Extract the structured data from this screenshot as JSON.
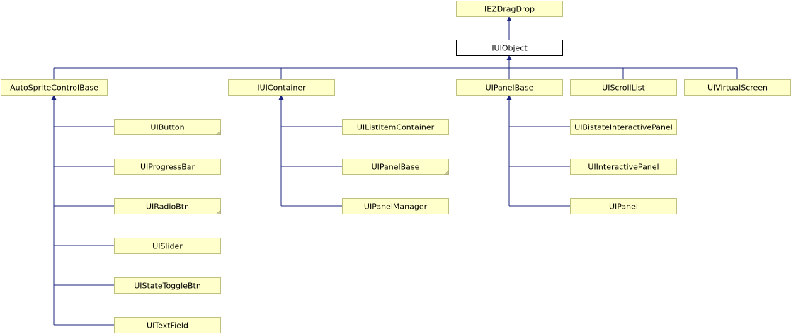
{
  "diagram": {
    "colors": {
      "node_fill": "#ffffcc",
      "node_border": "#bfbf7f",
      "focus_fill": "#ffffff",
      "focus_border": "#000000",
      "edge": "#1a237e"
    },
    "nodes": [
      {
        "id": "iezdragdrop",
        "label": "IEZDragDrop"
      },
      {
        "id": "iuiobject",
        "label": "IUIObject",
        "focus": true
      },
      {
        "id": "autospritecontrolbase",
        "label": "AutoSpriteControlBase"
      },
      {
        "id": "iuicontainer",
        "label": "IUIContainer"
      },
      {
        "id": "uipanelbase-top",
        "label": "UIPanelBase"
      },
      {
        "id": "uiscrolllist",
        "label": "UIScrollList"
      },
      {
        "id": "uivirtualscreen",
        "label": "UIVirtualScreen"
      },
      {
        "id": "uibutton",
        "label": "UIButton",
        "folded": true
      },
      {
        "id": "uiprogressbar",
        "label": "UIProgressBar"
      },
      {
        "id": "uiradiobtn",
        "label": "UIRadioBtn",
        "folded": true
      },
      {
        "id": "uislider",
        "label": "UISlider"
      },
      {
        "id": "uistatetogglebtn",
        "label": "UIStateToggleBtn"
      },
      {
        "id": "uitextfield",
        "label": "UITextField"
      },
      {
        "id": "uilistitemcontainer",
        "label": "UIListItemContainer"
      },
      {
        "id": "uipanelbase-child",
        "label": "UIPanelBase",
        "folded": true
      },
      {
        "id": "uipanelmanager",
        "label": "UIPanelManager"
      },
      {
        "id": "uibistateinteractivepanel",
        "label": "UIBistateInteractivePanel"
      },
      {
        "id": "uiinteractivepanel",
        "label": "UIInteractivePanel"
      },
      {
        "id": "uipanel",
        "label": "UIPanel"
      }
    ],
    "edges": [
      {
        "from": "iuiobject",
        "to": "iezdragdrop"
      },
      {
        "from": "autospritecontrolbase",
        "to": "iuiobject"
      },
      {
        "from": "iuicontainer",
        "to": "iuiobject"
      },
      {
        "from": "uipanelbase-top",
        "to": "iuiobject"
      },
      {
        "from": "uiscrolllist",
        "to": "iuiobject"
      },
      {
        "from": "uivirtualscreen",
        "to": "iuiobject"
      },
      {
        "from": "uibutton",
        "to": "autospritecontrolbase"
      },
      {
        "from": "uiprogressbar",
        "to": "autospritecontrolbase"
      },
      {
        "from": "uiradiobtn",
        "to": "autospritecontrolbase"
      },
      {
        "from": "uislider",
        "to": "autospritecontrolbase"
      },
      {
        "from": "uistatetogglebtn",
        "to": "autospritecontrolbase"
      },
      {
        "from": "uitextfield",
        "to": "autospritecontrolbase"
      },
      {
        "from": "uilistitemcontainer",
        "to": "iuicontainer"
      },
      {
        "from": "uipanelbase-child",
        "to": "iuicontainer"
      },
      {
        "from": "uipanelmanager",
        "to": "iuicontainer"
      },
      {
        "from": "uibistateinteractivepanel",
        "to": "uipanelbase-top"
      },
      {
        "from": "uiinteractivepanel",
        "to": "uipanelbase-top"
      },
      {
        "from": "uipanel",
        "to": "uipanelbase-top"
      }
    ]
  }
}
